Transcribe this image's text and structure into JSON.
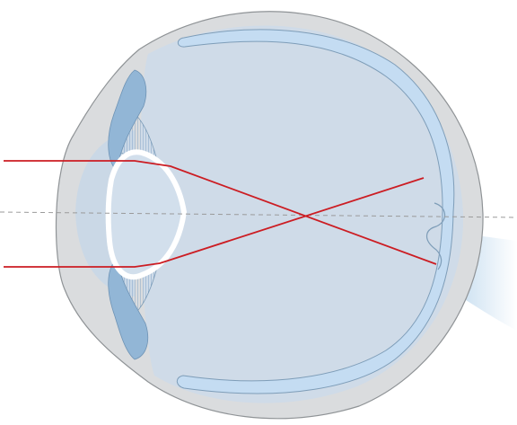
{
  "diagram": {
    "subject": "eye-cross-section",
    "colors": {
      "background": "#ffffff",
      "sclera": "#dadcde",
      "sclera_edge": "#8f9396",
      "choroid": "#c4dcf2",
      "choroid_edge": "#7e9db8",
      "vitreous": "#cfdbe8",
      "anterior_chamber": "#cad8e6",
      "iris": "#92b6d6",
      "iris_edge": "#6e93b5",
      "ciliary_hatch": "#6f98c2",
      "lens_outline": "#ffffff",
      "lens_fill": "#d2dfec",
      "light_ray": "#cc1d23",
      "optical_axis": "#9a9a9a",
      "optic_nerve_start": "#a9cce8",
      "optic_nerve_end": "#ffffff"
    },
    "elements": [
      {
        "name": "sclera",
        "label": ""
      },
      {
        "name": "cornea",
        "label": ""
      },
      {
        "name": "iris",
        "label": ""
      },
      {
        "name": "lens",
        "label": ""
      },
      {
        "name": "ciliary-body",
        "label": ""
      },
      {
        "name": "retina",
        "label": ""
      },
      {
        "name": "optic-nerve",
        "label": ""
      },
      {
        "name": "optical-axis",
        "label": ""
      },
      {
        "name": "light-ray-upper",
        "label": ""
      },
      {
        "name": "light-ray-lower",
        "label": ""
      }
    ]
  }
}
